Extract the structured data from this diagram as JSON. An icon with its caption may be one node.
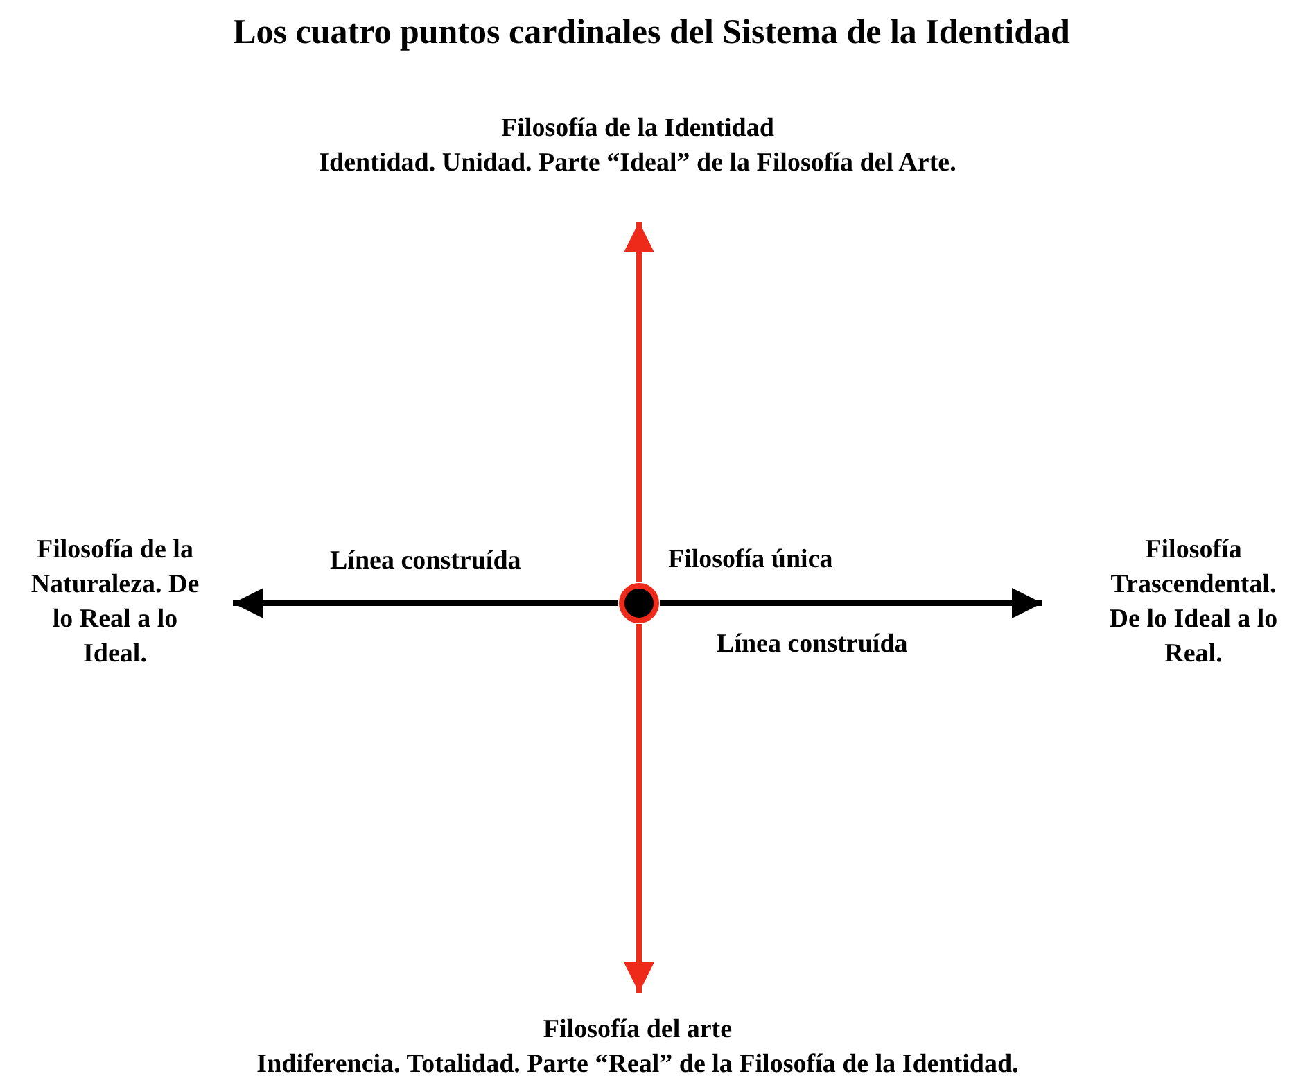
{
  "diagram": {
    "title": "Los cuatro puntos cardinales del Sistema de la Identidad",
    "nodes": [
      {
        "text": [],
        "shape": "circle",
        "beside": [
          "Filosofía única"
        ]
      },
      {
        "text": [
          "Filosofía de la Identidad",
          "Identidad. Unidad. Parte “Ideal” de la Filosofía del Arte."
        ]
      },
      {
        "text": [
          "Filosofía de la Naturaleza. De lo Real a lo Ideal."
        ]
      },
      {
        "text": [
          "Filosofía Trascendental. De lo Ideal a lo Real."
        ]
      },
      {
        "text": [
          "Filosofía del arte",
          "Indiferencia. Totalidad. Parte “Real” de la Filosofía de la Identidad."
        ]
      }
    ],
    "edges": [
      {
        "from": 0,
        "to": 1,
        "arrow": "to",
        "color": "#ee2a1a"
      },
      {
        "from": 0,
        "to": 2,
        "arrow": "to",
        "label": "Línea construída",
        "color": "#000000"
      },
      {
        "from": 0,
        "to": 3,
        "arrow": "to",
        "label": "Línea construída",
        "color": "#000000"
      },
      {
        "from": 0,
        "to": 4,
        "arrow": "to",
        "color": "#ee2a1a"
      }
    ]
  }
}
